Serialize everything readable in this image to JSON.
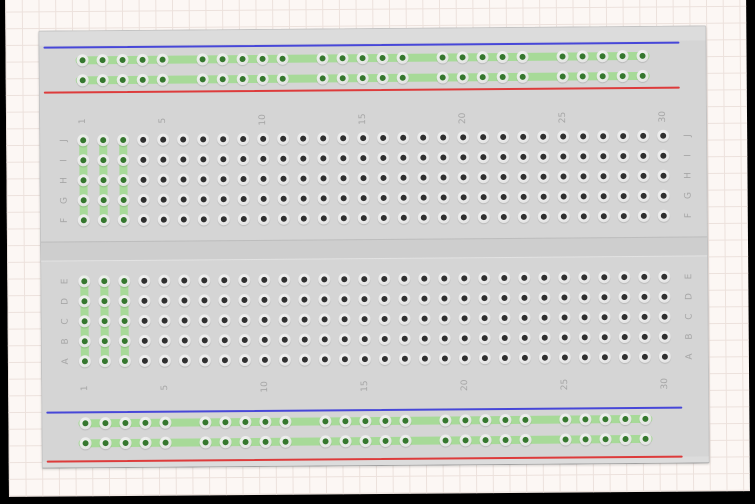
{
  "app": {
    "canvas_background": "#000000",
    "sheet_color": "#fcf7f4",
    "grid_line_color": "#ece1dc"
  },
  "breadboard": {
    "body_color": "#d5d5d5",
    "edge_color": "#dcdcdc",
    "channel_color": "#cecece",
    "blue_line_color": "#4747d8",
    "red_line_color": "#dd3b3b",
    "label_color": "#a6a6a6",
    "hole_color": "#2f2f2f",
    "highlight_hole_color": "#35772e",
    "highlight_band_color": "#a7da98",
    "column_count": 30,
    "column_labels": [
      {
        "text": "1",
        "col": 1
      },
      {
        "text": "5",
        "col": 5
      },
      {
        "text": "10",
        "col": 10
      },
      {
        "text": "15",
        "col": 15
      },
      {
        "text": "20",
        "col": 20
      },
      {
        "text": "25",
        "col": 25
      },
      {
        "text": "30",
        "col": 30
      }
    ],
    "row_labels_upper": [
      "J",
      "I",
      "H",
      "G",
      "F"
    ],
    "row_labels_lower": [
      "E",
      "D",
      "C",
      "B",
      "A"
    ],
    "highlighted_columns": [
      1,
      2,
      3
    ],
    "rail_hole_columns": [
      1,
      2,
      3,
      4,
      5,
      7,
      8,
      9,
      10,
      11,
      13,
      14,
      15,
      16,
      17,
      19,
      20,
      21,
      22,
      23,
      25,
      26,
      27,
      28,
      29
    ],
    "rails": [
      {
        "name": "top-power-rail"
      },
      {
        "name": "bottom-power-rail"
      }
    ]
  }
}
